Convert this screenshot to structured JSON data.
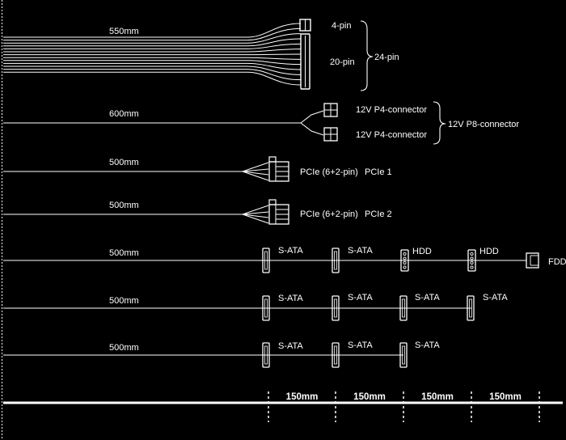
{
  "main_cable": {
    "length": "550mm",
    "pin_top": "4-pin",
    "pin_bottom": "20-pin",
    "pin_total": "24-pin"
  },
  "cpu_cable": {
    "length": "600mm",
    "top": "12V P4-connector",
    "bottom": "12V P4-connector",
    "combined": "12V P8-connector"
  },
  "pcie_1": {
    "length": "500mm",
    "connector": "PCIe (6+2-pin)",
    "name": "PCIe 1"
  },
  "pcie_2": {
    "length": "500mm",
    "connector": "PCIe (6+2-pin)",
    "name": "PCIe 2"
  },
  "peripheral_cable": {
    "length": "500mm",
    "c1": "S-ATA",
    "c2": "S-ATA",
    "c3": "HDD",
    "c4": "HDD",
    "c5": "FDD"
  },
  "sata_cable_1": {
    "length": "500mm",
    "c1": "S-ATA",
    "c2": "S-ATA",
    "c3": "S-ATA",
    "c4": "S-ATA"
  },
  "sata_cable_2": {
    "length": "500mm",
    "c1": "S-ATA",
    "c2": "S-ATA",
    "c3": "S-ATA"
  },
  "scale": {
    "s1": "150mm",
    "s2": "150mm",
    "s3": "150mm",
    "s4": "150mm"
  }
}
